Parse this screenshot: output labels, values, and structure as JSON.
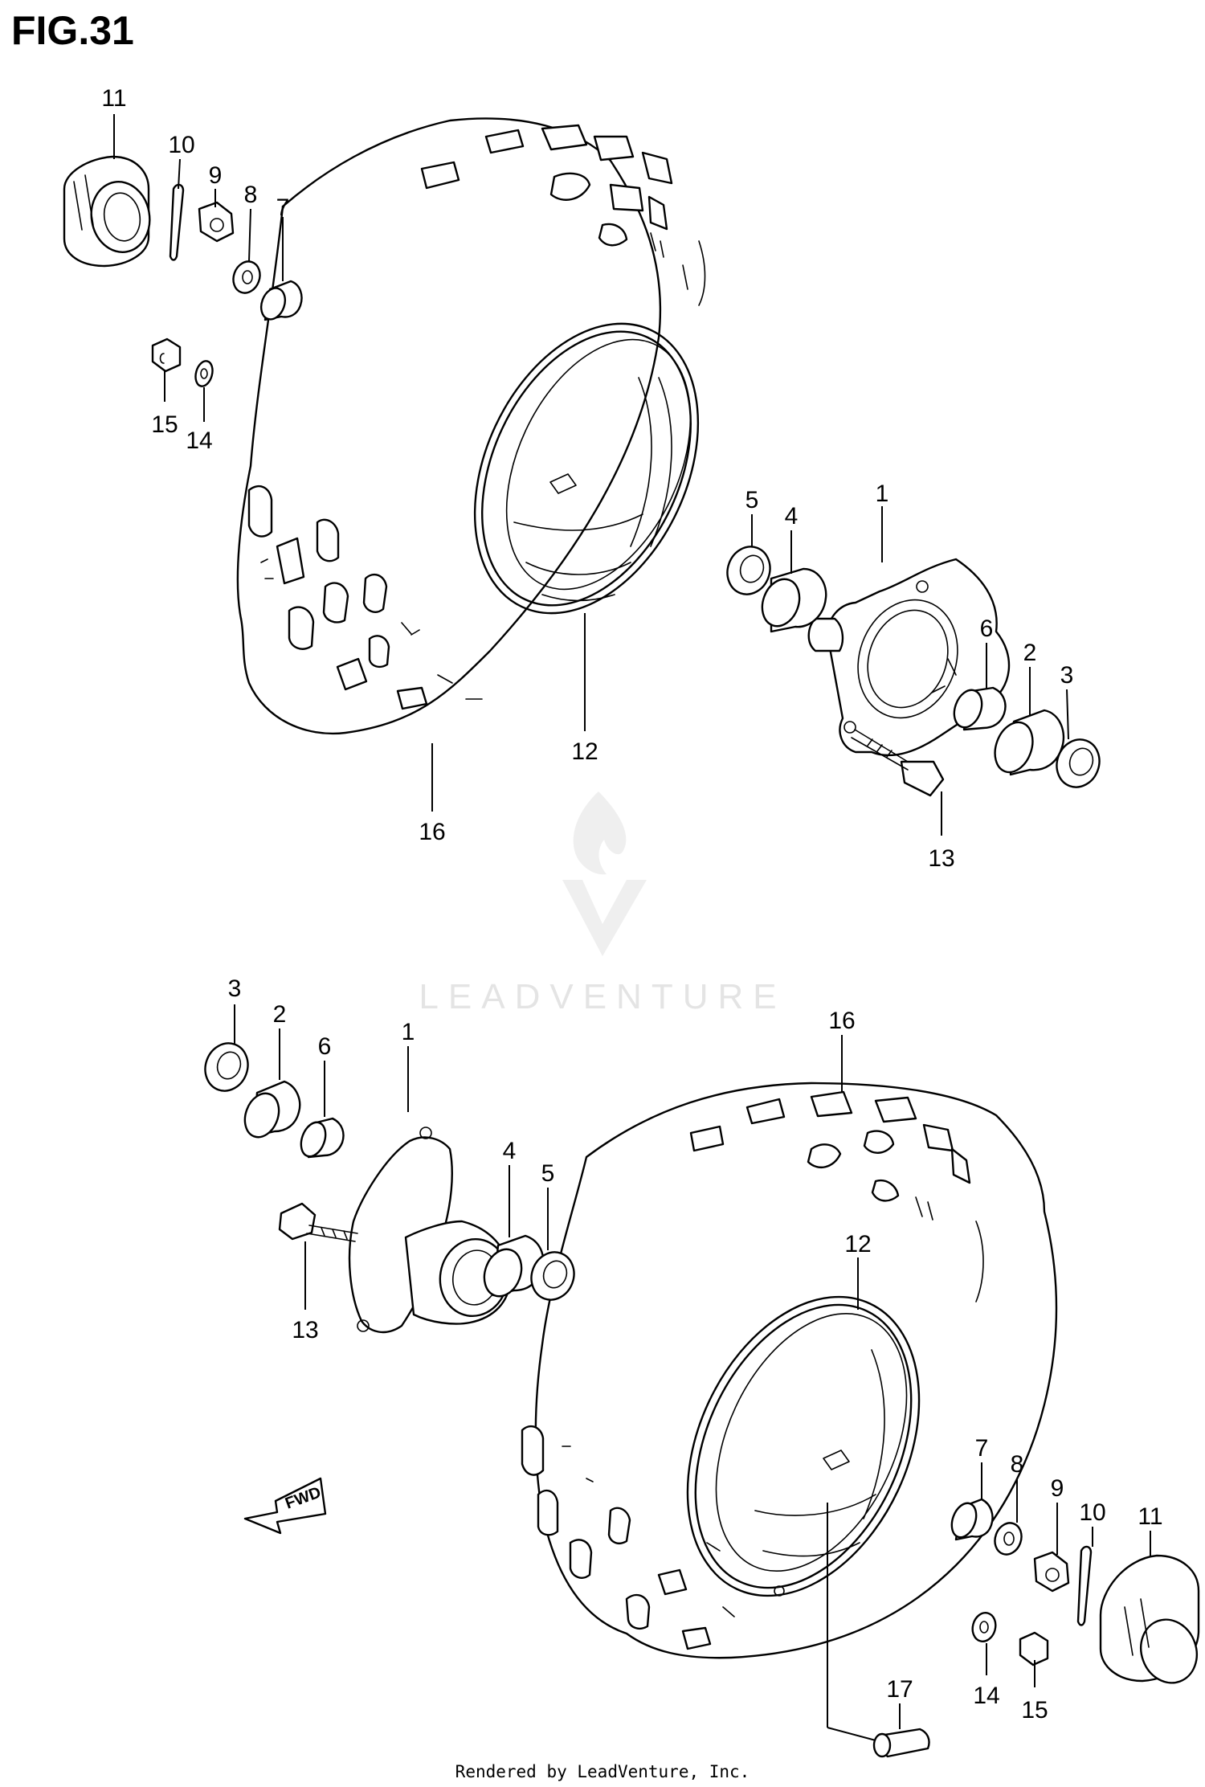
{
  "figure": {
    "title": "FIG.31"
  },
  "watermark": {
    "text": "LEADVENTURE"
  },
  "footer": {
    "text": "Rendered by LeadVenture, Inc."
  },
  "fwd_label": "FWD",
  "callouts": {
    "top": [
      "11",
      "10",
      "9",
      "8",
      "7",
      "15",
      "14",
      "5",
      "4",
      "1",
      "6",
      "2",
      "3",
      "12",
      "16",
      "13"
    ],
    "bottom": [
      "3",
      "2",
      "6",
      "1",
      "4",
      "5",
      "16",
      "13",
      "12",
      "7",
      "8",
      "9",
      "10",
      "11",
      "14",
      "15",
      "17"
    ]
  }
}
